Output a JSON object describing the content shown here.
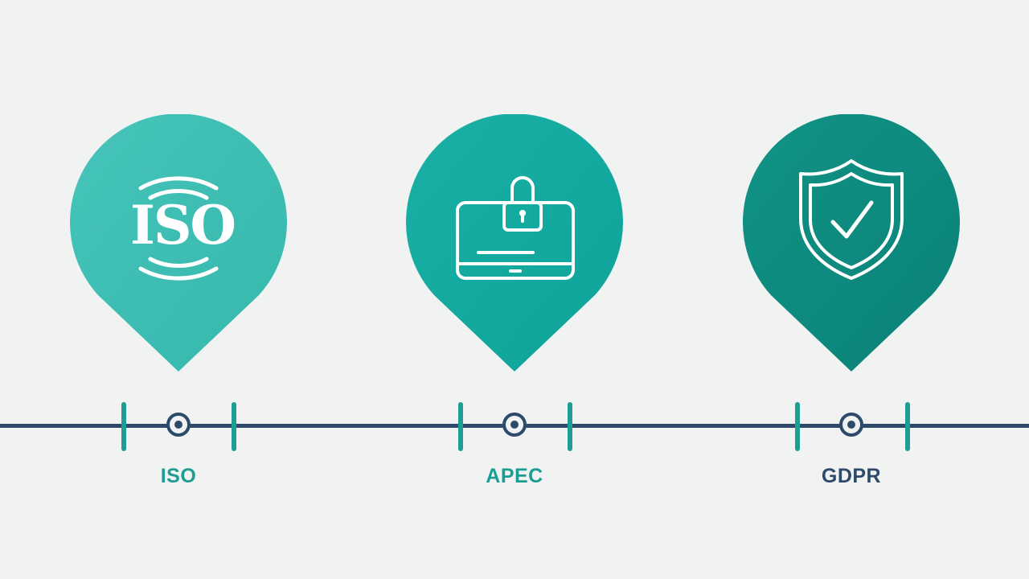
{
  "milestones": [
    {
      "label": "ISO",
      "icon": "iso-logo-icon",
      "icon_text": "ISO",
      "pin_color": "#3bbdb2",
      "pin_color_light": "#46c4b9",
      "label_color": "#1e9e92"
    },
    {
      "label": "APEC",
      "icon": "locked-device-icon",
      "pin_color": "#12a89f",
      "pin_color_light": "#1bb0a6",
      "label_color": "#1a9e93"
    },
    {
      "label": "GDPR",
      "icon": "shield-check-icon",
      "pin_color": "#0c8a7e",
      "pin_color_light": "#129286",
      "label_color": "#2d4a6b"
    }
  ],
  "colors": {
    "background": "#f1f2f2",
    "timeline": "#2d4a6b",
    "tick": "#1e9e92"
  }
}
